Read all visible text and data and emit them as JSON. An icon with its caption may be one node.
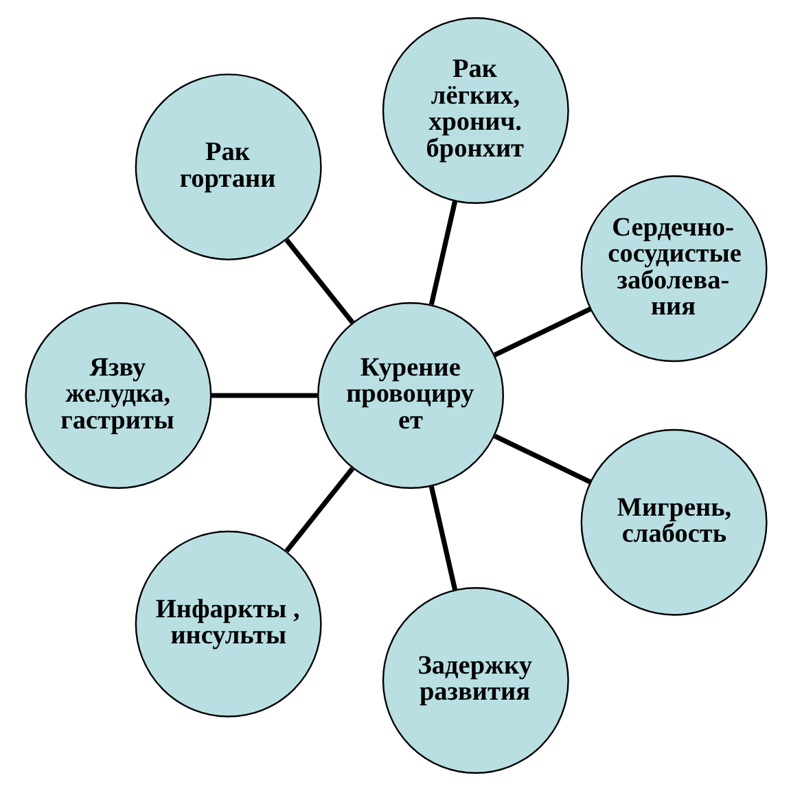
{
  "diagram": {
    "nodes": [
      {
        "text": [
          "Курение провоциру ет"
        ]
      },
      {
        "text": [
          "Рак лёгких, хронич. бронхит"
        ]
      },
      {
        "text": [
          "Сердечно- сосудистые заболева- ния"
        ]
      },
      {
        "text": [
          "Мигрень, слабость"
        ]
      },
      {
        "text": [
          "Задержку развития"
        ]
      },
      {
        "text": [
          "Инфаркты , инсульты"
        ]
      },
      {
        "text": [
          "Язву желудка, гастриты"
        ]
      },
      {
        "text": [
          "Рак гортани"
        ]
      }
    ],
    "edges": [
      {
        "from": 0,
        "to": 1,
        "arrow": "none"
      },
      {
        "from": 0,
        "to": 2,
        "arrow": "none"
      },
      {
        "from": 0,
        "to": 3,
        "arrow": "none"
      },
      {
        "from": 0,
        "to": 4,
        "arrow": "none"
      },
      {
        "from": 0,
        "to": 5,
        "arrow": "none"
      },
      {
        "from": 0,
        "to": 6,
        "arrow": "none"
      },
      {
        "from": 0,
        "to": 7,
        "arrow": "none"
      }
    ]
  }
}
